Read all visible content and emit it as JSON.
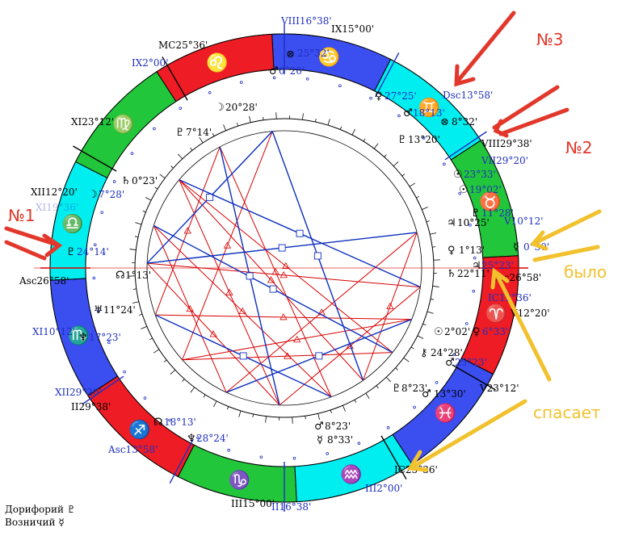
{
  "colors": {
    "fire": "#ee1c24",
    "earth": "#22c63a",
    "air": "#00eef0",
    "water": "#3b4ef0",
    "aspect_red": "#d90000",
    "aspect_blue": "#0b2fbf",
    "annot_red": "#e2382c",
    "annot_yellow": "#f2c12e",
    "label_black": "#000000",
    "label_blue": "#1f2fbf"
  },
  "wheel": {
    "asc_longitude": 206.97,
    "signs": [
      {
        "glyph": "♈",
        "name": "aries",
        "element": "fire"
      },
      {
        "glyph": "♉",
        "name": "taurus",
        "element": "earth"
      },
      {
        "glyph": "♊",
        "name": "gemini",
        "element": "air"
      },
      {
        "glyph": "♋",
        "name": "cancer",
        "element": "water"
      },
      {
        "glyph": "♌",
        "name": "leo",
        "element": "fire"
      },
      {
        "glyph": "♍",
        "name": "virgo",
        "element": "earth"
      },
      {
        "glyph": "♎",
        "name": "libra",
        "element": "air"
      },
      {
        "glyph": "♏",
        "name": "scorpio",
        "element": "water"
      },
      {
        "glyph": "♐",
        "name": "sagittarius",
        "element": "fire"
      },
      {
        "glyph": "♑",
        "name": "capricorn",
        "element": "earth"
      },
      {
        "glyph": "♒",
        "name": "aquarius",
        "element": "air"
      },
      {
        "glyph": "♓",
        "name": "pisces",
        "element": "water"
      }
    ]
  },
  "outer_cusps_black": [
    {
      "id": "mc",
      "label": "MC25°36'"
    },
    {
      "id": "ix",
      "label": "IX15°00'"
    },
    {
      "id": "xi",
      "label": "XI23°12'"
    },
    {
      "id": "xii",
      "label": "XII12°20'"
    },
    {
      "id": "asc",
      "label": "Asc26°58'"
    },
    {
      "id": "ii",
      "label": "II29°38'"
    },
    {
      "id": "iii",
      "label": "III15°00'"
    },
    {
      "id": "ic",
      "label": "IC25°36'"
    },
    {
      "id": "v",
      "label": "V23°12'"
    },
    {
      "id": "v2",
      "label": "V12°20'"
    },
    {
      "id": "dsc",
      "label": "Dsc26°58'"
    },
    {
      "id": "viii",
      "label": "VIII29°38'"
    }
  ],
  "outer_cusps_blue": [
    {
      "id": "viii_b",
      "label": "VIII16°38'"
    },
    {
      "id": "ix_b",
      "label": "IX2°00'"
    },
    {
      "id": "dsc_b",
      "label": "Dsc13°58'"
    },
    {
      "id": "vii_b",
      "label": "VII29°20'"
    },
    {
      "id": "v_b",
      "label": "V10°12'"
    },
    {
      "id": "ic_b",
      "label": "IC12°36'"
    },
    {
      "id": "xi_b",
      "label": "XI10°12'"
    },
    {
      "id": "xii_b",
      "label": "XII29°20'"
    },
    {
      "id": "asc_b",
      "label": "Asc13°58'"
    },
    {
      "id": "iii_b",
      "label": "III2°00'"
    },
    {
      "id": "ii_b",
      "label": "II16°38'"
    },
    {
      "id": "xi_faint",
      "label": "XI19°36'"
    }
  ],
  "planet_labels_outer_blue": [
    {
      "id": "p1",
      "label": "25°32'"
    },
    {
      "id": "p2",
      "label": "0°20'"
    },
    {
      "id": "p3",
      "label": "27°25'"
    },
    {
      "id": "p4",
      "label": "18°13'"
    },
    {
      "id": "p5",
      "label": "23°33'"
    },
    {
      "id": "p6",
      "label": "19°02'"
    },
    {
      "id": "p7",
      "label": "11°28'"
    },
    {
      "id": "p8",
      "label": "0°30'"
    },
    {
      "id": "p9",
      "label": "25°23'"
    },
    {
      "id": "p10",
      "label": "6°33'"
    },
    {
      "id": "p11",
      "label": "25°23'"
    },
    {
      "id": "p12",
      "label": "24°14'"
    },
    {
      "id": "p13",
      "label": "7°28'"
    },
    {
      "id": "p14",
      "label": "17°23'"
    },
    {
      "id": "p15",
      "label": "18°13'"
    },
    {
      "id": "p16",
      "label": "28°24'"
    }
  ],
  "planet_labels_inner_black": [
    {
      "id": "q1",
      "label": "20°28'"
    },
    {
      "id": "q2",
      "label": "7°14'"
    },
    {
      "id": "q3",
      "label": "0°23'"
    },
    {
      "id": "q4",
      "label": "8°32'"
    },
    {
      "id": "q5",
      "label": "13°20'"
    },
    {
      "id": "q6",
      "label": "10°25'"
    },
    {
      "id": "q7",
      "label": "1°13'"
    },
    {
      "id": "q8",
      "label": "22°11'"
    },
    {
      "id": "q9",
      "label": "1°13'"
    },
    {
      "id": "q10",
      "label": "11°24'"
    },
    {
      "id": "q11",
      "label": "2°02'"
    },
    {
      "id": "q12",
      "label": "24°28'"
    },
    {
      "id": "q13",
      "label": "8°23'"
    },
    {
      "id": "q14",
      "label": "13°30'"
    },
    {
      "id": "q15",
      "label": "8°23'"
    },
    {
      "id": "q16",
      "label": "8°33'"
    }
  ],
  "annotations": {
    "n3": "№3",
    "n2": "№2",
    "n1": "№1",
    "bylo": "было",
    "spasaet": "спасает"
  },
  "legend": [
    {
      "name": "Дорифорий",
      "glyph": "♇"
    },
    {
      "name": "Возничий",
      "glyph": "☿"
    }
  ],
  "aspect_lines": {
    "red": [
      [
        1,
        5
      ],
      [
        1,
        9
      ],
      [
        2,
        10
      ],
      [
        3,
        7
      ],
      [
        4,
        8
      ],
      [
        5,
        12
      ],
      [
        6,
        11
      ],
      [
        8,
        13
      ],
      [
        9,
        3
      ],
      [
        10,
        14
      ],
      [
        11,
        2
      ],
      [
        12,
        6
      ],
      [
        13,
        4
      ],
      [
        14,
        7
      ],
      [
        0,
        6
      ],
      [
        2,
        8
      ]
    ],
    "blue": [
      [
        0,
        4
      ],
      [
        0,
        10
      ],
      [
        3,
        11
      ],
      [
        5,
        9
      ],
      [
        7,
        12
      ],
      [
        2,
        13
      ],
      [
        4,
        14
      ],
      [
        1,
        8
      ]
    ],
    "anchor_angles": [
      95,
      118,
      140,
      162,
      178,
      200,
      222,
      245,
      268,
      290,
      305,
      322,
      338,
      352,
      15
    ]
  }
}
